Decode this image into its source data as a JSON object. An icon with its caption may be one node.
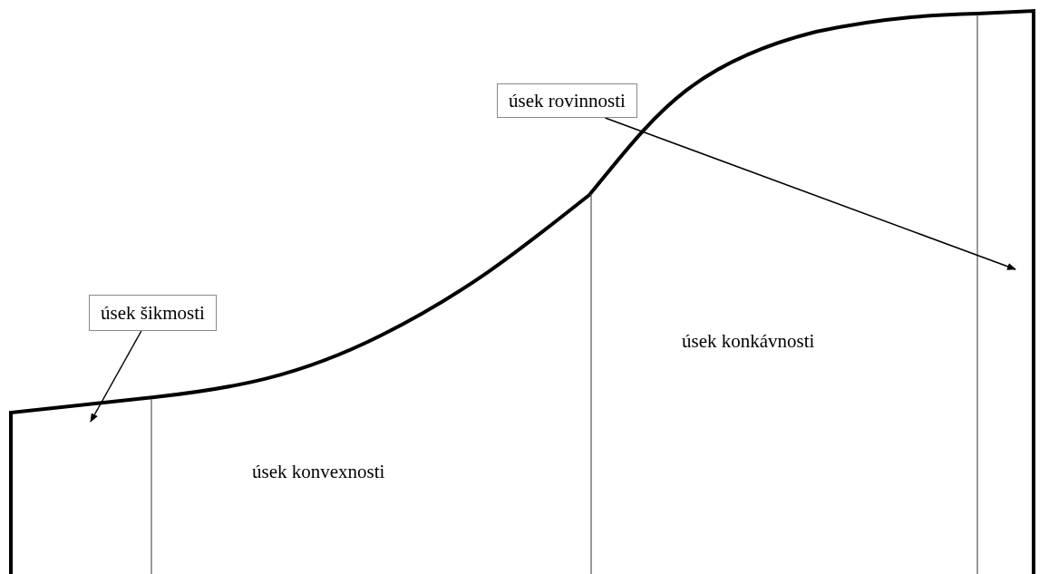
{
  "diagram": {
    "nodes": [
      {
        "text": [
          "úsek rovinnosti"
        ]
      },
      {
        "text": [
          "úsek šikmosti"
        ]
      }
    ],
    "edges": [
      {
        "from": 0,
        "to": null,
        "arrow": "to"
      },
      {
        "from": 1,
        "to": null,
        "arrow": "to"
      }
    ],
    "labels": [
      "úsek konkávnosti",
      "úsek konvexnosti"
    ]
  }
}
